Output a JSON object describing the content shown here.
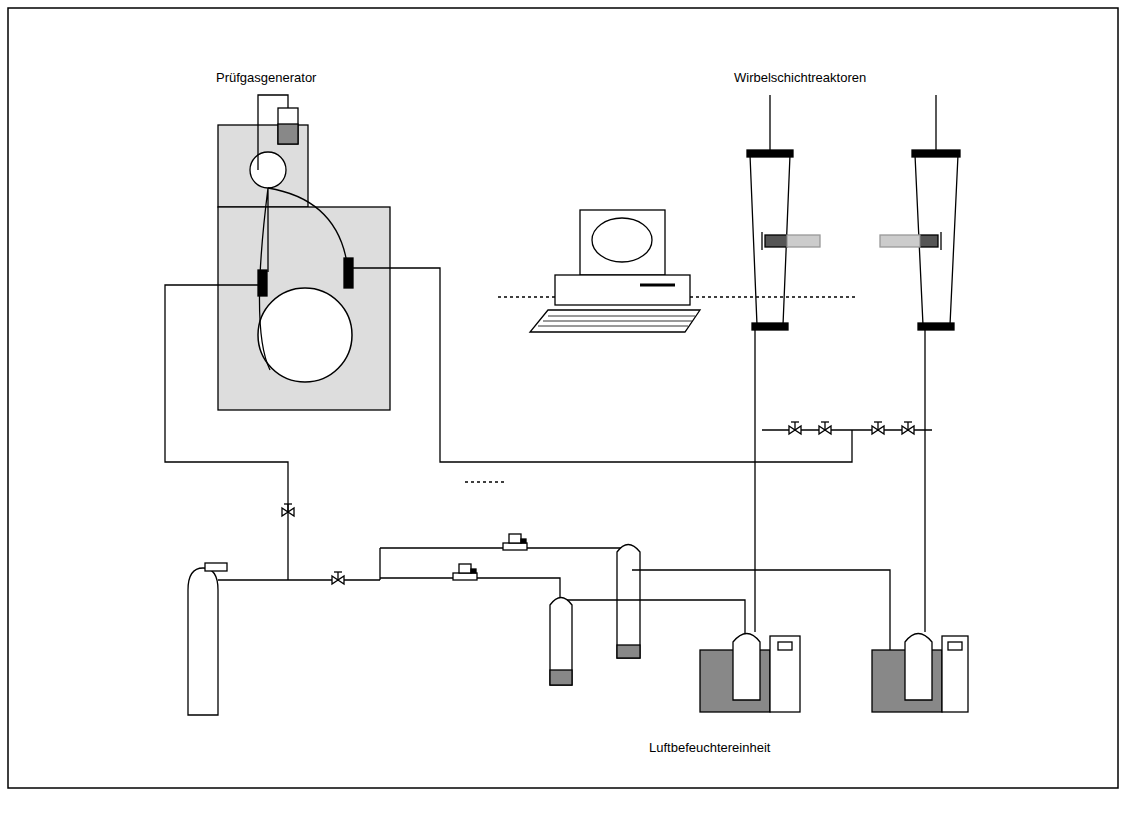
{
  "diagram": {
    "labels": [
      "Prüfgasgenerator",
      "Wirbelschichtreaktoren",
      "Luftbefeuchtereinheit"
    ]
  }
}
